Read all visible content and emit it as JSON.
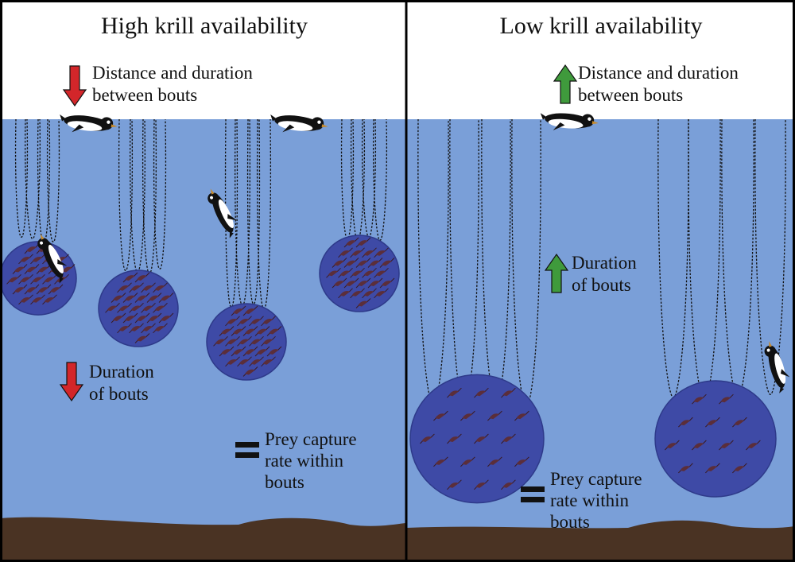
{
  "panels": [
    {
      "title": "High krill availability",
      "labels": {
        "surface_line1": "Distance and duration",
        "surface_line2": "between bouts",
        "bout_line1": "Duration",
        "bout_line2": "of bouts",
        "prey_line1": "Prey capture",
        "prey_line2": "rate within",
        "prey_line3": "bouts"
      },
      "indicators": {
        "surface": "down",
        "bout": "down",
        "prey": "equal"
      }
    },
    {
      "title": "Low krill availability",
      "labels": {
        "surface_line1": "Distance and duration",
        "surface_line2": "between bouts",
        "bout_line1": "Duration",
        "bout_line2": "of bouts",
        "prey_line1": "Prey capture",
        "prey_line2": "rate within",
        "prey_line3": "bouts"
      },
      "indicators": {
        "surface": "up",
        "bout": "up",
        "prey": "equal"
      }
    }
  ],
  "icons": {
    "down": "red-down-arrow-icon",
    "up": "green-up-arrow-icon",
    "equal": "equals-sign-icon",
    "animal": "penguin-icon",
    "prey": "krill-icon"
  },
  "colors": {
    "water": "#7a9fd8",
    "sky": "#ffffff",
    "seabed": "#4a3323",
    "krill_patch": "#3e4aa6",
    "krill": "#5b2e3a",
    "down_arrow": "#d3262a",
    "up_arrow": "#3f9a3c",
    "border": "#000000"
  }
}
